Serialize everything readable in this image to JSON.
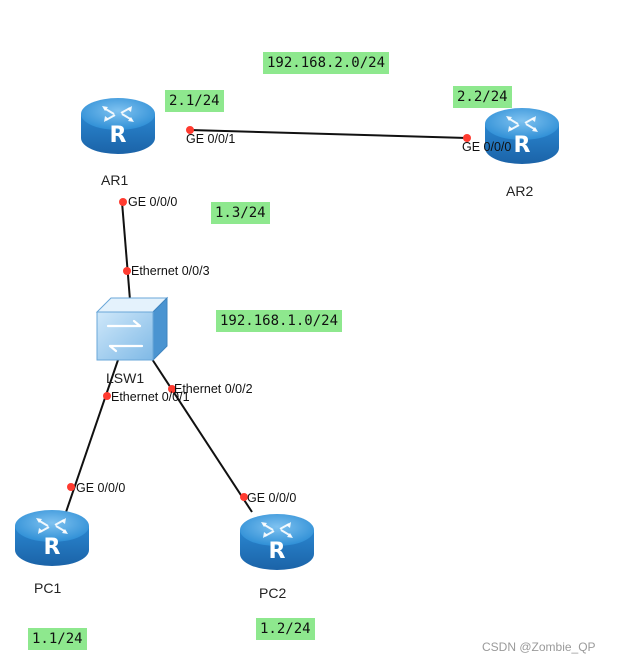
{
  "devices": {
    "ar1": "AR1",
    "ar2": "AR2",
    "lsw1": "LSW1",
    "pc1": "PC1",
    "pc2": "PC2"
  },
  "ports": {
    "ar1_ge001": "GE 0/0/1",
    "ar2_ge000": "GE 0/0/0",
    "ar1_ge000": "GE 0/0/0",
    "lsw1_eth003": "Ethernet 0/0/3",
    "lsw1_eth001": "Ethernet 0/0/1",
    "lsw1_eth002": "Ethernet 0/0/2",
    "pc1_ge000": "GE 0/0/0",
    "pc2_ge000": "GE 0/0/0"
  },
  "notes": {
    "net_2": "192.168.2.0/24",
    "ar1_ip_2": "2.1/24",
    "ar2_ip_2": "2.2/24",
    "ar1_ip_1": "1.3/24",
    "net_1": "192.168.1.0/24",
    "pc1_ip": "1.1/24",
    "pc2_ip": "1.2/24"
  },
  "watermark": "CSDN @Zombie_QP",
  "colors": {
    "note_bg": "#8ee88e",
    "link": "#111111",
    "port_dot": "#ff3b30",
    "router_blue": "#2f8fd6"
  }
}
